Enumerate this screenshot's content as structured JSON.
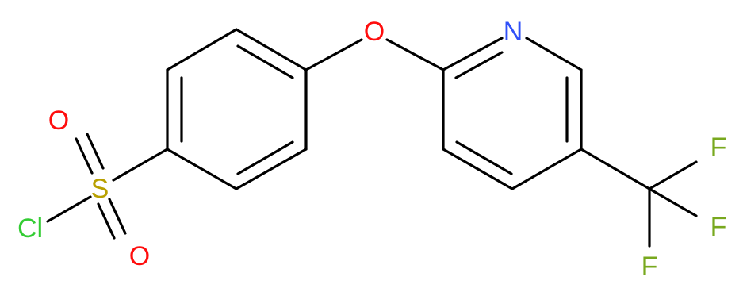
{
  "atoms": {
    "cl": {
      "label": "Cl",
      "color": "#33cc33"
    },
    "s": {
      "label": "S",
      "color": "#b8a000"
    },
    "o_top": {
      "label": "O",
      "color": "#ff0d0d"
    },
    "o_bottom": {
      "label": "O",
      "color": "#ff0d0d"
    },
    "o_ether": {
      "label": "O",
      "color": "#ff0d0d"
    },
    "n": {
      "label": "N",
      "color": "#3050f8"
    },
    "f1": {
      "label": "F",
      "color": "#78a81e"
    },
    "f2": {
      "label": "F",
      "color": "#78a81e"
    },
    "f3": {
      "label": "F",
      "color": "#78a81e"
    }
  },
  "colors": {
    "bond": "#000000",
    "background": "#ffffff"
  }
}
